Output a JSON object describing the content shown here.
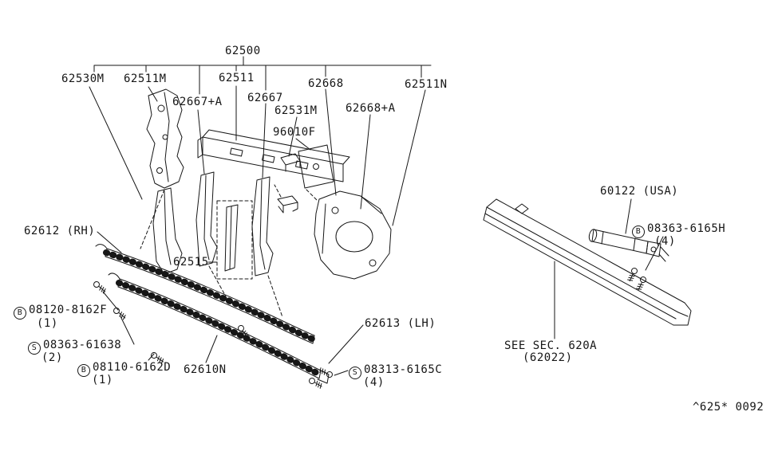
{
  "colors": {
    "line": "#161616",
    "background": "#ffffff"
  },
  "footer": {
    "code": "^625* 0092"
  },
  "labels": {
    "p62500": {
      "text": "62500"
    },
    "p62530M": {
      "text": "62530M"
    },
    "p62511M": {
      "text": "62511M"
    },
    "p62511": {
      "text": "62511"
    },
    "p62668": {
      "text": "62668"
    },
    "p62511N": {
      "text": "62511N"
    },
    "p62667A": {
      "text": "62667+A"
    },
    "p62667": {
      "text": "62667"
    },
    "p62531M": {
      "text": "62531M"
    },
    "p62668A": {
      "text": "62668+A"
    },
    "p96010F": {
      "text": "96010F"
    },
    "p62612": {
      "text": "62612 (RH)"
    },
    "p62515": {
      "text": "62515"
    },
    "b08120": {
      "prefix": "B",
      "text": "08120-8162F",
      "qty": "(1)"
    },
    "s61638": {
      "prefix": "S",
      "text": "08363-61638",
      "qty": "(2)"
    },
    "b08110": {
      "prefix": "B",
      "text": "08110-6162D",
      "qty": "(1)"
    },
    "p62610N": {
      "text": "62610N"
    },
    "p62613": {
      "text": "62613 (LH)"
    },
    "s08313": {
      "prefix": "S",
      "text": "08313-6165C",
      "qty": "(4)"
    },
    "p60122": {
      "text": "60122 (USA)"
    },
    "b6165H": {
      "prefix": "B",
      "text": "08363-6165H",
      "qty": "(4)"
    },
    "seeSec": {
      "text": "SEE SEC. 620A",
      "sub": "(62022)"
    }
  }
}
